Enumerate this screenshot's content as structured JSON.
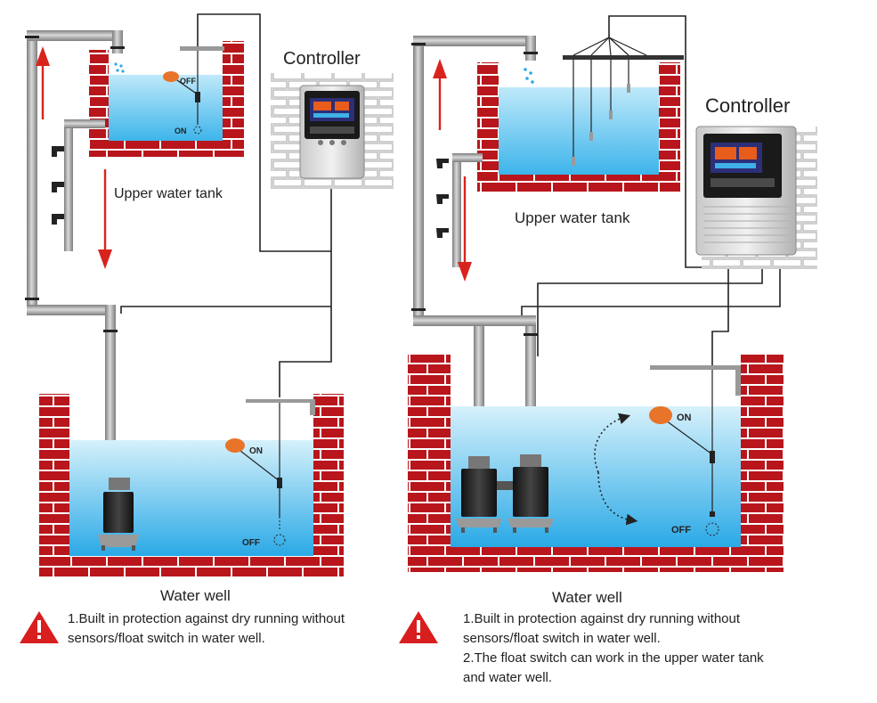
{
  "left_panel": {
    "controller_label": "Controller",
    "upper_tank_label": "Upper water tank",
    "well_label": "Water well",
    "float_upper_off": "OFF",
    "float_upper_on": "ON",
    "float_well_on": "ON",
    "float_well_off": "OFF",
    "notes": [
      "1.Built in protection against dry running without",
      "sensors/float switch in water well."
    ]
  },
  "right_panel": {
    "controller_label": "Controller",
    "upper_tank_label": "Upper water tank",
    "well_label": "Water well",
    "float_well_on": "ON",
    "float_well_off": "OFF",
    "notes": [
      "1.Built in protection against dry running without",
      "sensors/float switch in water well.",
      "2.The float switch can work in the upper water tank",
      "and water well."
    ]
  },
  "colors": {
    "brick": "#b8161c",
    "water_top": "#cfeffb",
    "water_bottom": "#2aa9e6",
    "pipe": "#a9a9a9",
    "arrow": "#d9231d",
    "float": "#e8742a",
    "warning": "#d81e1e"
  },
  "icons": [
    "warning-icon",
    "controller-icon",
    "pump-icon",
    "float-switch-icon",
    "faucet-icon",
    "water-drop-icon"
  ]
}
